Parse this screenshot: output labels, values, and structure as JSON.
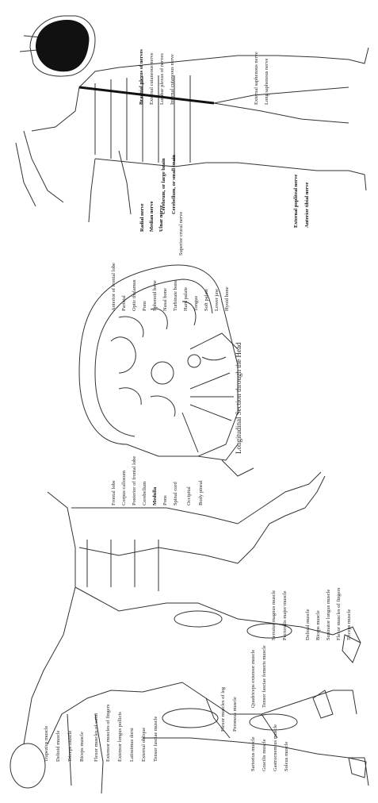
{
  "figures": {
    "muscular": {
      "labels": [
        {
          "id": "trapezius-1",
          "text": "Trapezius muscle"
        },
        {
          "id": "deltoid-1",
          "text": "Deltoid muscle"
        },
        {
          "id": "triceps-1",
          "text": "Triceps muscle"
        },
        {
          "id": "biceps-1",
          "text": "Biceps muscle"
        },
        {
          "id": "flexor-wrist",
          "text": "Flexor muscles of wrist"
        },
        {
          "id": "extensor-fingers",
          "text": "Extensor muscles of fingers"
        },
        {
          "id": "extensor-thumb",
          "text": "Extensor longus pollicis"
        },
        {
          "id": "latissimus",
          "text": "Latissimus dorsi"
        },
        {
          "id": "oblique",
          "text": "External oblique"
        },
        {
          "id": "tensor",
          "text": "Tensor fasciae muscle"
        },
        {
          "id": "flexor-toes",
          "text": "Flexor muscles of leg"
        },
        {
          "id": "peroneus",
          "text": "Peroneus muscle"
        },
        {
          "id": "deltoid-2",
          "text": "Deltoid muscle"
        },
        {
          "id": "biceps-2",
          "text": "Biceps muscle"
        },
        {
          "id": "sup-longus",
          "text": "Supinator longus muscle"
        },
        {
          "id": "flexor-fingers",
          "text": "Flexor muscles of fingers"
        },
        {
          "id": "triceps-2",
          "text": "Triceps muscle"
        },
        {
          "id": "pectoralis",
          "text": "Pectoralis major muscle"
        },
        {
          "id": "serratus",
          "text": "Serratus magnus muscle"
        },
        {
          "id": "fascia-lata",
          "text": "Tensor fasciae femoris muscle"
        },
        {
          "id": "quadriceps",
          "text": "Quadriceps extensor muscle"
        },
        {
          "id": "sartorius",
          "text": "Sartorius muscle"
        },
        {
          "id": "gracilis",
          "text": "Gracilis muscle"
        },
        {
          "id": "gastrocnemius",
          "text": "Gastrocnemius muscle"
        },
        {
          "id": "soleus",
          "text": "Soleus muscle"
        }
      ]
    },
    "head_section": {
      "caption": "Longitudinal Section through the Head",
      "left_labels": [
        {
          "id": "frontal",
          "text": "Frontal lobe"
        },
        {
          "id": "corpus",
          "text": "Corpus callosum"
        },
        {
          "id": "post-frontal",
          "text": "Posterior of frontal lobe"
        },
        {
          "id": "cerebellum",
          "text": "Cerebellum"
        },
        {
          "id": "medulla",
          "text": "Medulla"
        },
        {
          "id": "pons",
          "text": "Pons"
        },
        {
          "id": "spinal-cord",
          "text": "Spinal cord"
        },
        {
          "id": "occip",
          "text": "Occipital"
        },
        {
          "id": "body-pineal",
          "text": "Body pineal"
        }
      ],
      "right_labels": [
        {
          "id": "anterior-frontal",
          "text": "Anterior of frontal lobe"
        },
        {
          "id": "parietal",
          "text": "Parietal"
        },
        {
          "id": "thalamus",
          "text": "Optic thalamus"
        },
        {
          "id": "pons-r",
          "text": "Pons"
        },
        {
          "id": "sphenoid",
          "text": "Sphenoid bone"
        },
        {
          "id": "nasal",
          "text": "Nasal bone"
        },
        {
          "id": "turbinate",
          "text": "Turbinate bone"
        },
        {
          "id": "hard-palate",
          "text": "Hard palate"
        },
        {
          "id": "tongue",
          "text": "Tongue"
        },
        {
          "id": "soft-palate",
          "text": "Soft palate"
        },
        {
          "id": "lower-jaw",
          "text": "Lower jaw"
        },
        {
          "id": "hyoid",
          "text": "Hyoid bone"
        }
      ]
    },
    "nervous": {
      "labels": [
        {
          "id": "cerebrum",
          "text": "Cerebrum, or large brain",
          "bold": true
        },
        {
          "id": "cerebellum-n",
          "text": "Cerebellum, or small brain",
          "bold": true
        },
        {
          "id": "radial",
          "text": "Radial nerve",
          "bold": true
        },
        {
          "id": "median",
          "text": "Median nerve",
          "bold": true
        },
        {
          "id": "ulnar",
          "text": "Ulnar nerve",
          "bold": true
        },
        {
          "id": "sup-crural",
          "text": "Superior crural nerve",
          "bold": false
        },
        {
          "id": "ext-popliteal",
          "text": "External popliteal nerve",
          "bold": true
        },
        {
          "id": "ant-tibial",
          "text": "Anterior tibial nerve",
          "bold": true
        },
        {
          "id": "brachial",
          "text": "Brachial plexus of nerves",
          "bold": true
        },
        {
          "id": "ext-cutaneous",
          "text": "External cutaneous nerve",
          "bold": false
        },
        {
          "id": "lumbar",
          "text": "Lumbar plexus of nerves",
          "bold": false
        },
        {
          "id": "int-cutaneous",
          "text": "Internal cutaneous nerve",
          "bold": false
        },
        {
          "id": "ext-sciatic",
          "text": "External saphenous nerve",
          "bold": false
        },
        {
          "id": "long-saphenous",
          "text": "Long saphenous nerve",
          "bold": false
        }
      ]
    }
  },
  "colors": {
    "ink": "#222222",
    "paper": "#ffffff",
    "brain": "#111111"
  }
}
